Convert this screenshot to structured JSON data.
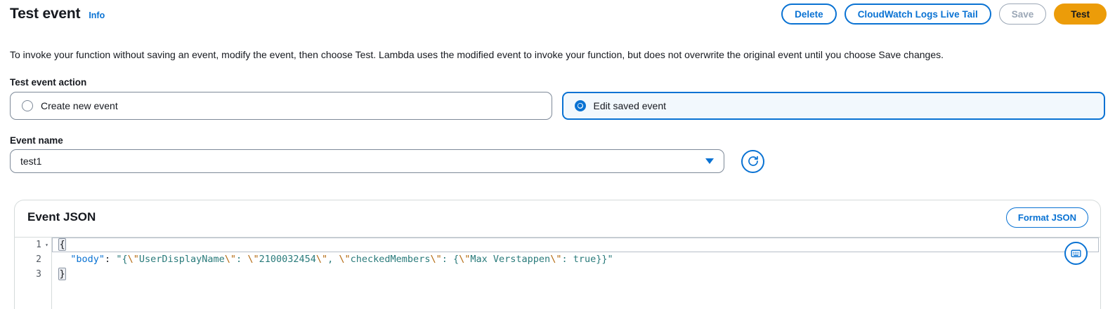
{
  "header": {
    "title": "Test event",
    "info_label": "Info",
    "buttons": {
      "delete": "Delete",
      "live_tail": "CloudWatch Logs Live Tail",
      "save": "Save",
      "test": "Test"
    }
  },
  "description": "To invoke your function without saving an event, modify the event, then choose Test. Lambda uses the modified event to invoke your function, but does not overwrite the original event until you choose Save changes.",
  "test_event_action": {
    "label": "Test event action",
    "options": [
      {
        "label": "Create new event",
        "selected": false
      },
      {
        "label": "Edit saved event",
        "selected": true
      }
    ]
  },
  "event_name": {
    "label": "Event name",
    "value": "test1",
    "caret_icon": "chevron-down-icon",
    "refresh_icon": "refresh-icon"
  },
  "event_json": {
    "panel_title": "Event JSON",
    "format_button": "Format JSON",
    "keyboard_icon": "keyboard-icon",
    "lines": [
      {
        "number": "1",
        "fold": "▾"
      },
      {
        "number": "2",
        "fold": ""
      },
      {
        "number": "3",
        "fold": ""
      }
    ],
    "line1_brace": "{",
    "line3_brace": "}",
    "line2": {
      "key": "\"body\"",
      "colon": ": ",
      "quote_open": "\"",
      "brace_open": "{",
      "esc1": "\\\"",
      "text1": "UserDisplayName",
      "esc2": "\\\"",
      "colon2": ": ",
      "esc3": "\\\"",
      "text2": "2100032454",
      "esc4": "\\\"",
      "comma": ", ",
      "esc5": "\\\"",
      "text3": "checkedMembers",
      "esc6": "\\\"",
      "colon3": ": ",
      "brace_open2": "{",
      "esc7": "\\\"",
      "text4": "Max Verstappen",
      "esc8": "\\\"",
      "colon4": ": ",
      "bool": "true",
      "braces_close": "}}",
      "quote_close": "\""
    },
    "raw": "\"body\": \"{\\\"UserDisplayName\\\": \\\"2100032454\\\", \\\"checkedMembers\\\": {\\\"Max Verstappen\\\": true}}\""
  },
  "colors": {
    "accent_blue": "#0972d3",
    "primary_orange": "#ec9c09",
    "disabled_gray": "#9ba7b6",
    "border_gray": "#7d8998",
    "selected_bg": "#f2f8fd",
    "json_key": "#0972d3",
    "json_string": "#2a7b7b",
    "json_escape": "#b4690e"
  }
}
